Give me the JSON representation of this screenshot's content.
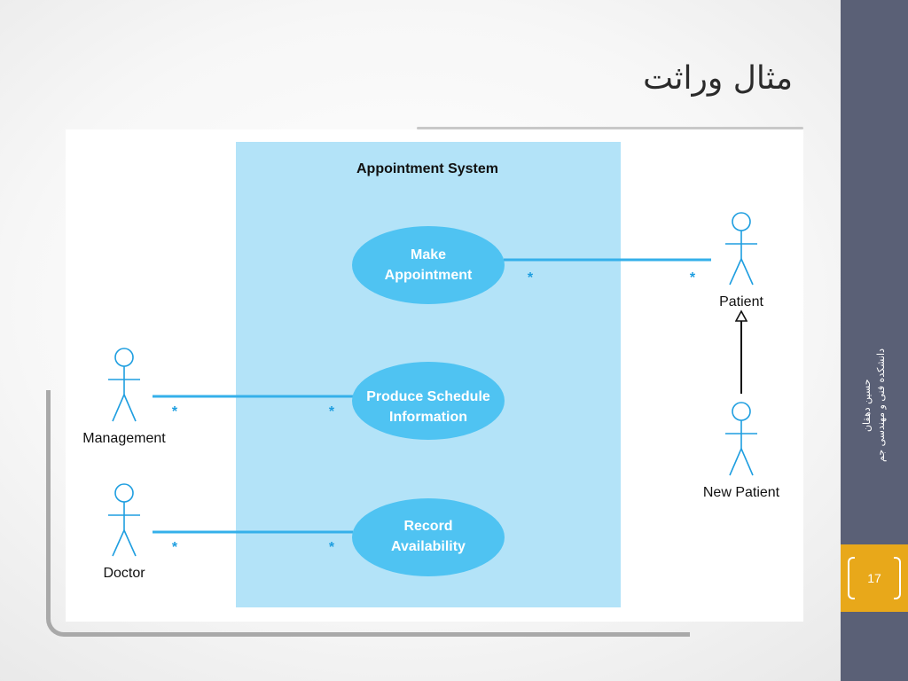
{
  "slide": {
    "title": "مثال وراثت",
    "footer_line1": "حسین دهقان",
    "footer_line2": "دانشکده فنی و مهندسی جم",
    "page_number": "17"
  },
  "diagram": {
    "system_name": "Appointment System",
    "use_cases": {
      "make_appointment": [
        "Make",
        "Appointment"
      ],
      "produce_schedule": [
        "Produce Schedule",
        "Information"
      ],
      "record_availability": [
        "Record",
        "Availability"
      ]
    },
    "actors": {
      "patient": "Patient",
      "new_patient": "New Patient",
      "management": "Management",
      "doctor": "Doctor"
    },
    "multiplicity": "*"
  },
  "colors": {
    "system_box": "#b3e3f8",
    "use_case": "#4fc3f2",
    "association": "#35b0ea",
    "side_panel": "#5a6076",
    "page_box": "#e8a81a"
  }
}
